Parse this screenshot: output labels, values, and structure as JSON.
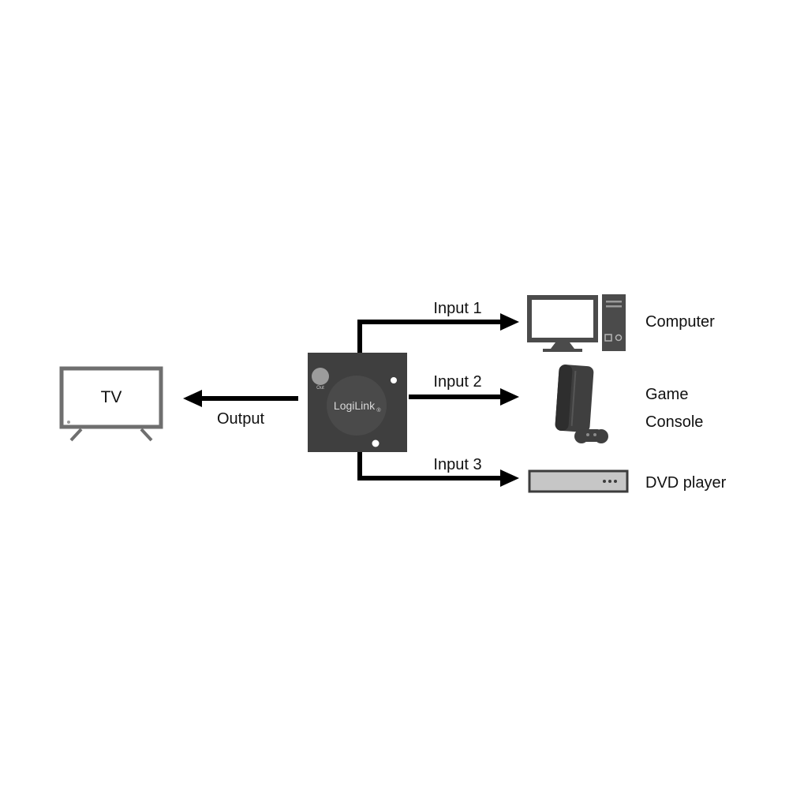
{
  "diagram": {
    "tv": {
      "label": "TV"
    },
    "output": {
      "label": "Output"
    },
    "inputs": [
      {
        "label": "Input 1"
      },
      {
        "label": "Input 2"
      },
      {
        "label": "Input 3"
      }
    ],
    "devices": {
      "computer": "Computer",
      "game_console_line1": "Game",
      "game_console_line2": "Console",
      "dvd": "DVD player"
    },
    "switch": {
      "brand": "LogiLink",
      "brand_mark": "®",
      "button_label": "Out"
    },
    "colors": {
      "arrow": "#000000",
      "switch_body": "#3f3f3f",
      "switch_circle": "#4a4a4a",
      "tv_frame": "#6f6f6f",
      "device_dark": "#4b4b4b",
      "dvd_body": "#c6c6c6"
    }
  }
}
